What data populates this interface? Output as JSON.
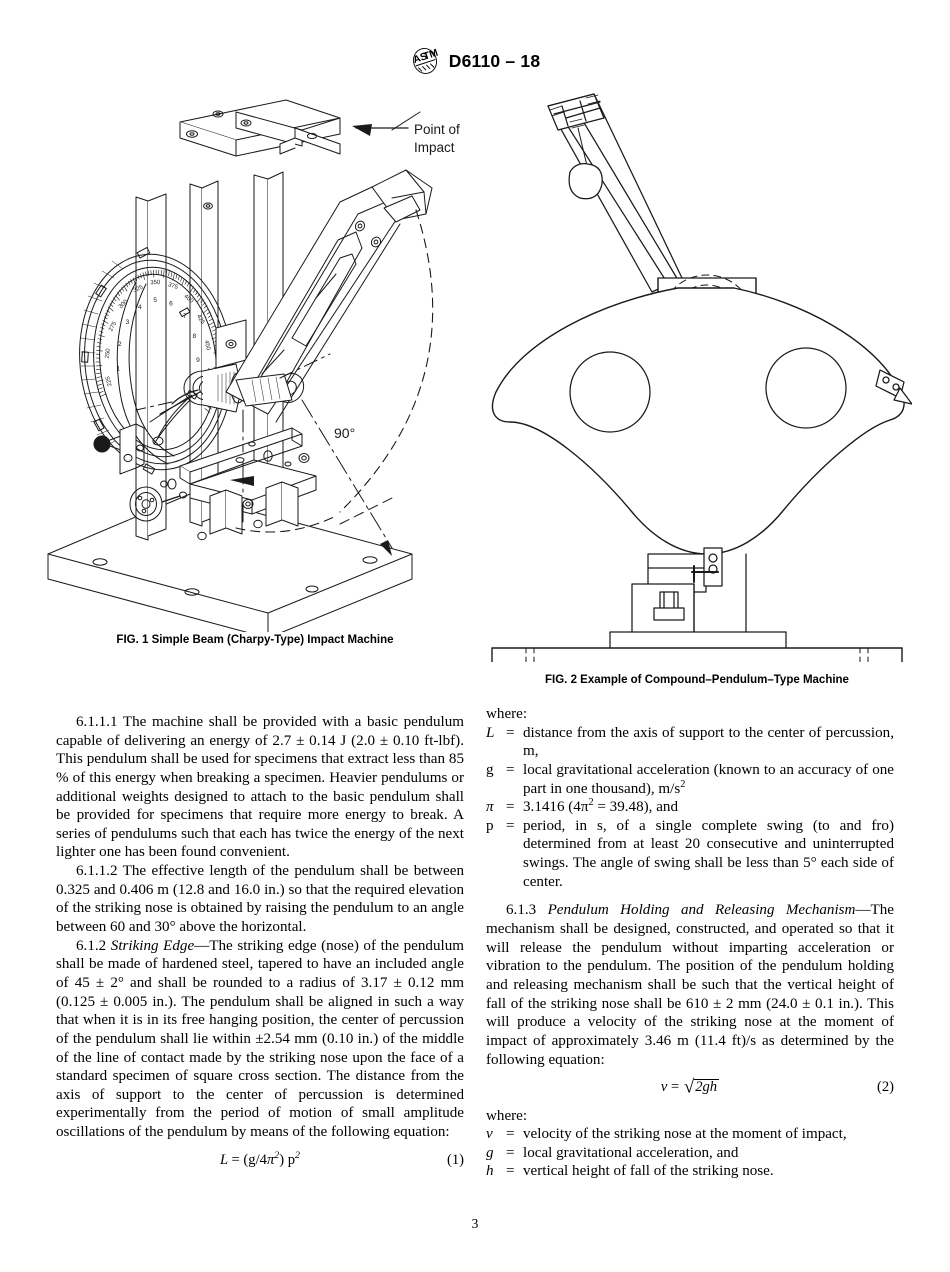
{
  "header": {
    "logo_alt": "ASTM",
    "designation": "D6110 – 18"
  },
  "figures": [
    {
      "id": "fig1",
      "caption": "FIG. 1 Simple Beam (Charpy-Type) Impact Machine",
      "annotations": {
        "point_of_impact_line1": "Point of",
        "point_of_impact_line2": "Impact",
        "angle": "90°"
      },
      "dial_outer_labels": [
        "225",
        "250",
        "275",
        "300",
        "325",
        "350",
        "375",
        "400",
        "425",
        "450",
        "475"
      ],
      "dial_inner_labels": [
        "1",
        "2",
        "3",
        "4",
        "5",
        "6",
        "7",
        "8",
        "9"
      ]
    },
    {
      "id": "fig2",
      "caption": "FIG. 2 Example of Compound–Pendulum–Type Machine"
    }
  ],
  "left_column": {
    "p1": "6.1.1.1 The machine shall be provided with a basic pendulum capable of delivering an energy of 2.7 ± 0.14 J (2.0 ± 0.10 ft-lbf). This pendulum shall be used for specimens that extract less than 85 % of this energy when breaking a specimen. Heavier pendulums or additional weights designed to attach to the basic pendulum shall be provided for specimens that require more energy to break. A series of pendulums such that each has twice the energy of the next lighter one has been found convenient.",
    "p2": "6.1.1.2 The effective length of the pendulum shall be between 0.325 and 0.406 m (12.8 and 16.0 in.) so that the required elevation of the striking nose is obtained by raising the pendulum to an angle between 60 and 30° above the horizontal.",
    "p3_num": "6.1.2",
    "p3_title": "Striking Edge",
    "p3_text": "—The striking edge (nose) of the pendulum shall be made of hardened steel, tapered to have an included angle of 45 ± 2° and shall be rounded to a radius of 3.17 ± 0.12 mm (0.125 ± 0.005 in.). The pendulum shall be aligned in such a way that when it is in its free hanging position, the center of percussion of the pendulum shall lie within ±2.54 mm (0.10 in.) of the middle of the line of contact made by the striking nose upon the face of a standard specimen of square cross section. The distance from the axis of support to the center of percussion is determined experimentally from the period of motion of small amplitude oscillations of the pendulum by means of the following equation:",
    "equation1": {
      "lhs": "L",
      "eq": "=",
      "rhs_open": "(g/4",
      "rhs_pi": "π",
      "rhs_pi_exp": "2",
      "rhs_close": ") p",
      "rhs_p_exp": "2",
      "number": "(1)"
    }
  },
  "right_column": {
    "where1": "where:",
    "defs1": [
      {
        "sym": "L",
        "eq": "=",
        "txt": "distance from the axis of support to the center of percussion, m,"
      },
      {
        "sym": "g",
        "eq": "=",
        "txt": "local gravitational acceleration (known to an accuracy of one part in one thousand), m/s",
        "sup": "2"
      },
      {
        "sym": "π",
        "eq": "=",
        "txt": "3.1416 (4π2 = 39.48), and"
      },
      {
        "sym": "p",
        "eq": "=",
        "txt": "period, in s, of a single complete swing (to and fro) determined from at least 20 consecutive and uninterrupted swings. The angle of swing shall be less than 5° each side of center."
      }
    ],
    "pi_def_pre": "3.1416 (4",
    "pi_def_pi": "π",
    "pi_def_exp": "2",
    "pi_def_post": " = 39.48), and",
    "p4_num": "6.1.3",
    "p4_title": "Pendulum Holding and Releasing Mechanism",
    "p4_text": "—The mechanism shall be designed, constructed, and operated so that it will release the pendulum without imparting acceleration or vibration to the pendulum. The position of the pendulum holding and releasing mechanism shall be such that the vertical height of fall of the striking nose shall be 610 ± 2 mm (24.0 ± 0.1 in.). This will produce a velocity of the striking nose at the moment of impact of approximately 3.46 m (11.4 ft)/s as determined by the following equation:",
    "equation2": {
      "lhs": "v",
      "eq": "=",
      "radicand": "2gh",
      "number": "(2)"
    },
    "where2": "where:",
    "defs2": [
      {
        "sym": "v",
        "eq": "=",
        "txt": "velocity of the striking nose at the moment of impact,"
      },
      {
        "sym": "g",
        "eq": "=",
        "txt": "local gravitational acceleration, and"
      },
      {
        "sym": "h",
        "eq": "=",
        "txt": "vertical height of fall of the striking nose."
      }
    ]
  },
  "folio": "3"
}
